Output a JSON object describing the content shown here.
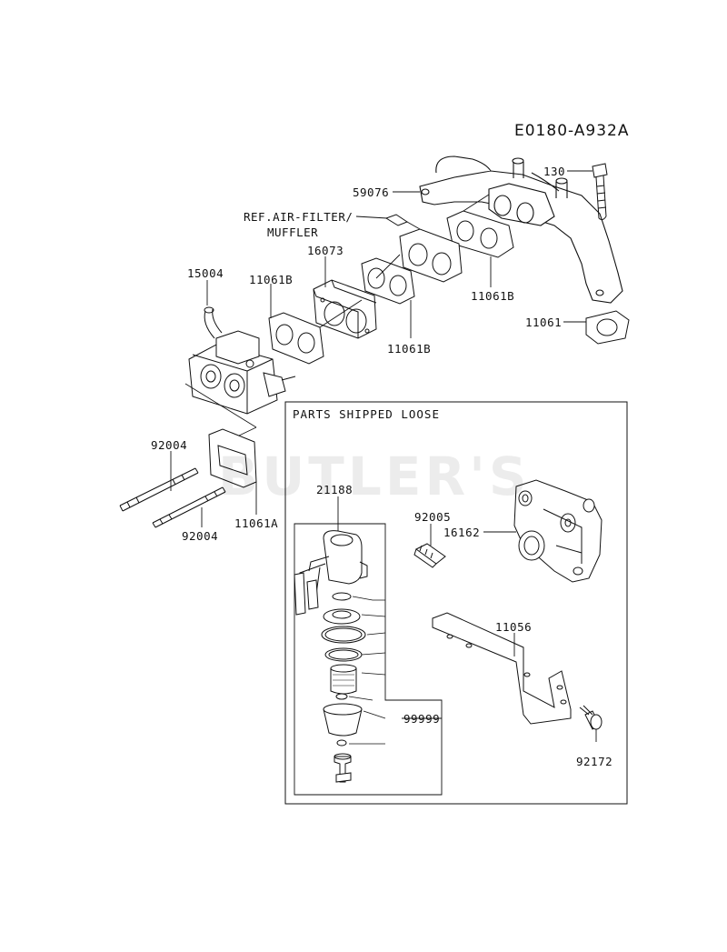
{
  "diagram": {
    "code": "E0180-A932A",
    "watermark": "BUTLER'S",
    "box_title": "PARTS SHIPPED LOOSE",
    "ref_label_line1": "REF.AIR-FILTER/",
    "ref_label_line2": "MUFFLER",
    "parts": {
      "p130": "130",
      "p59076": "59076",
      "p16073": "16073",
      "p15004": "15004",
      "p11061b_a": "11061B",
      "p11061b_b": "11061B",
      "p11061b_c": "11061B",
      "p11061": "11061",
      "p92004_a": "92004",
      "p92004_b": "92004",
      "p11061a": "11061A",
      "p21188": "21188",
      "p92005": "92005",
      "p16162": "16162",
      "p11056": "11056",
      "p99999": "99999",
      "p92172": "92172"
    }
  }
}
